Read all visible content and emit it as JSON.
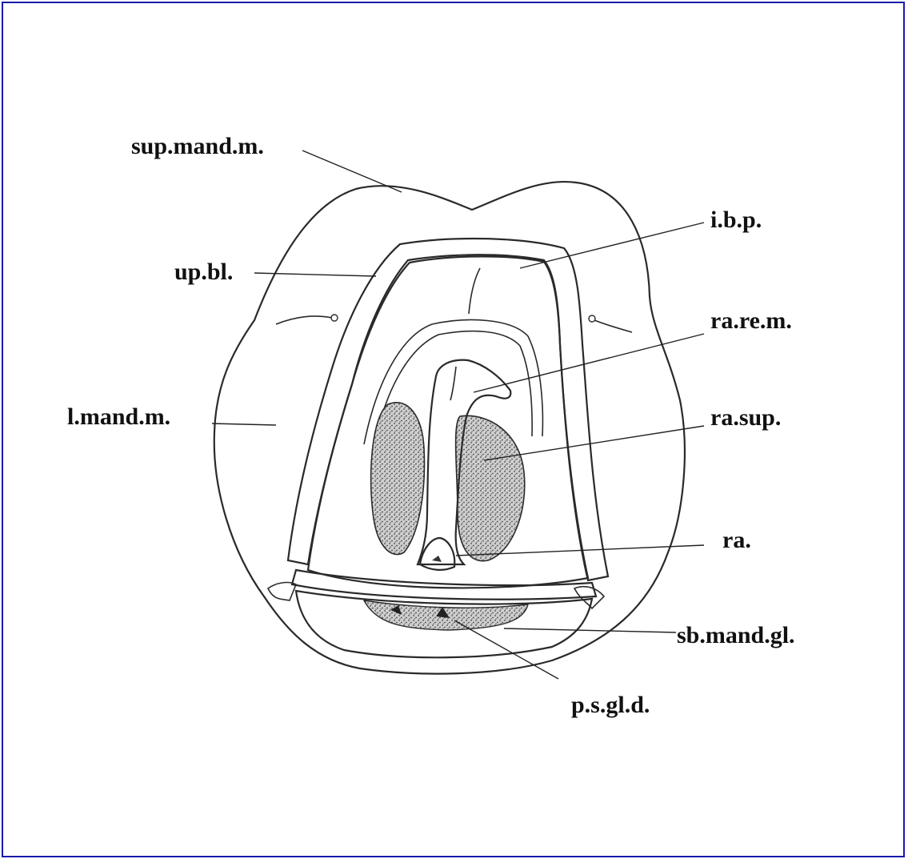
{
  "figure": {
    "colors": {
      "frame": "#1a1aa8",
      "ink": "#111111",
      "background": "#ffffff"
    },
    "labels": {
      "sup_mand_m": "sup.mand.m.",
      "ibp": "i.b.p.",
      "up_bl": "up.bl.",
      "ra_re_m": "ra.re.m.",
      "l_mand_m": "l.mand.m.",
      "ra_sup": "ra.sup.",
      "ra": "ra.",
      "sb_mand_gl": "sb.mand.gl.",
      "p_s_gl_d": "p.s.gl.d."
    }
  }
}
